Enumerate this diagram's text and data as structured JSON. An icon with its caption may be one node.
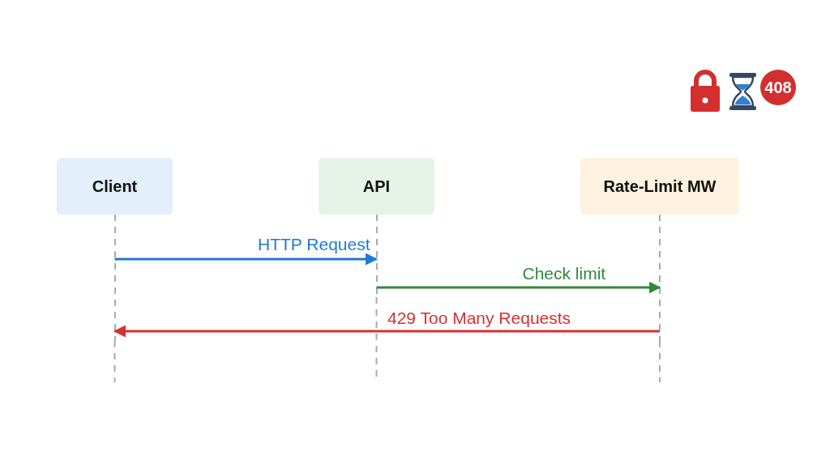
{
  "diagram": {
    "nodes": [
      {
        "text": [
          "Client"
        ]
      },
      {
        "text": [
          "API"
        ]
      },
      {
        "text": [
          "Rate-Limit MW"
        ]
      },
      {
        "text": [
          "408"
        ]
      }
    ],
    "edges": [
      {
        "from": 0,
        "to": 1,
        "arrow": "to",
        "label": "HTTP Request",
        "color": "#1e78d8"
      },
      {
        "from": 1,
        "to": 2,
        "arrow": "to",
        "label": "Check limit",
        "color": "#2e8b3a"
      },
      {
        "from": 2,
        "to": 0,
        "arrow": "to",
        "label": "429 Too Many Requests",
        "color": "#d83030"
      }
    ]
  }
}
